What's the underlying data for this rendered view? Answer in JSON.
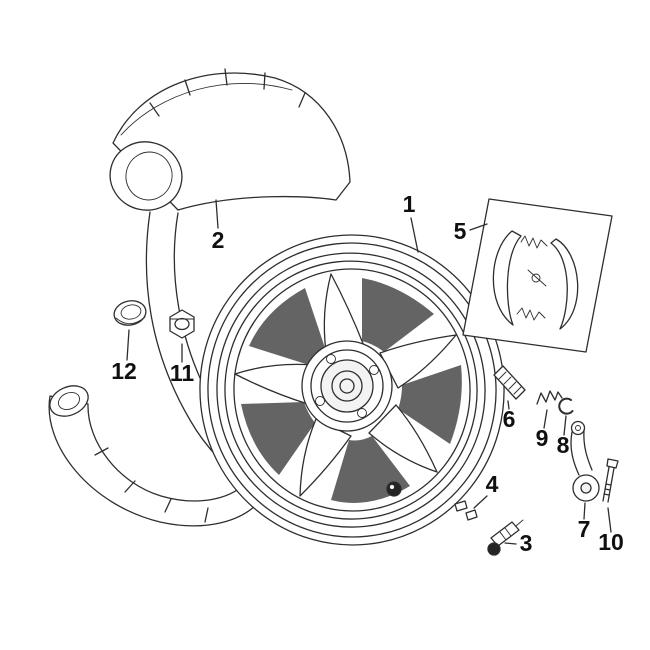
{
  "diagram": {
    "callouts": [
      {
        "label": "1"
      },
      {
        "label": "2"
      },
      {
        "label": "3"
      },
      {
        "label": "4"
      },
      {
        "label": "5"
      },
      {
        "label": "6"
      },
      {
        "label": "7"
      },
      {
        "label": "8"
      },
      {
        "label": "9"
      },
      {
        "label": "10"
      },
      {
        "label": "11"
      },
      {
        "label": "12"
      }
    ],
    "colors": {
      "line": "#2e2e2e",
      "background": "#ffffff",
      "shade": "#4f4f4f"
    }
  }
}
